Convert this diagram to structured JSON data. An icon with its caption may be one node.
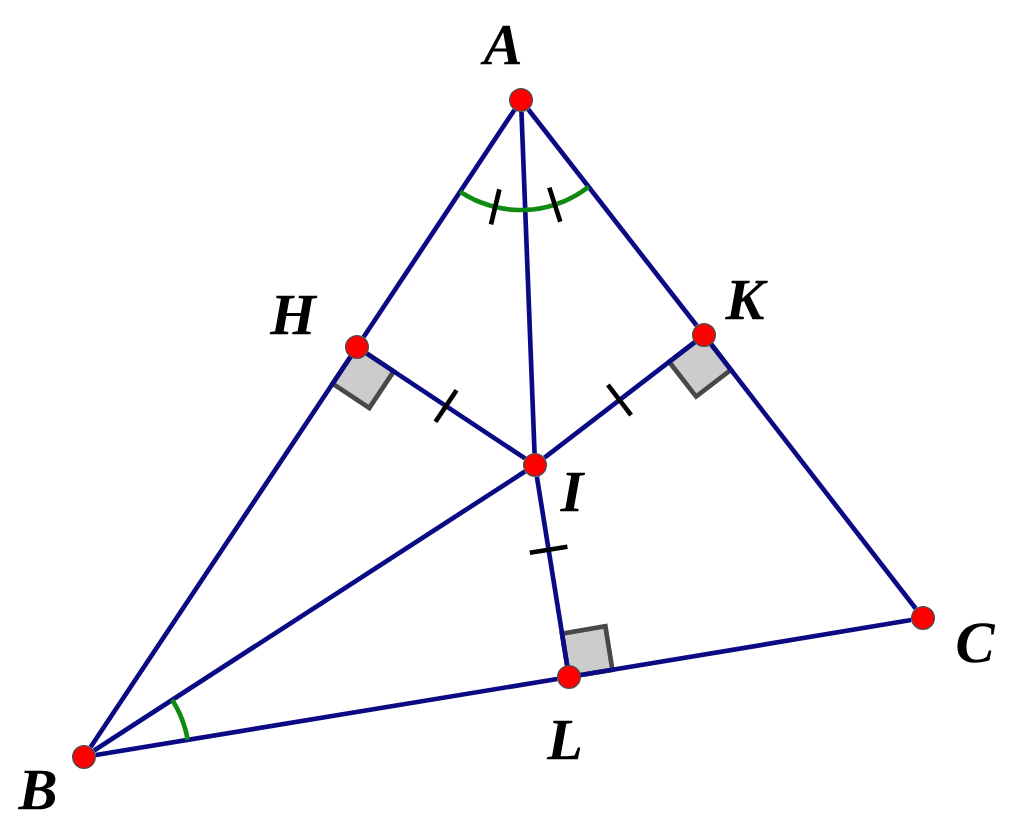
{
  "diagram": {
    "nodes": [
      {
        "text": [],
        "shape": "circle",
        "beside": [
          "A"
        ]
      },
      {
        "text": [],
        "shape": "circle",
        "beside": [
          "H"
        ]
      },
      {
        "text": [],
        "shape": "circle",
        "beside": [
          "K"
        ]
      },
      {
        "text": [],
        "shape": "circle",
        "beside": [
          "I"
        ]
      },
      {
        "text": [],
        "shape": "circle",
        "beside": [
          "C"
        ]
      },
      {
        "text": [],
        "shape": "circle",
        "beside": [
          "L"
        ]
      },
      {
        "text": [],
        "shape": "circle",
        "beside": [
          "B"
        ]
      }
    ],
    "edges": [
      {
        "from": 0,
        "to": 1,
        "arrow": "none"
      },
      {
        "from": 1,
        "to": 6,
        "arrow": "none"
      },
      {
        "from": 0,
        "to": 2,
        "arrow": "none"
      },
      {
        "from": 2,
        "to": 4,
        "arrow": "none"
      },
      {
        "from": 6,
        "to": 5,
        "arrow": "none"
      },
      {
        "from": 5,
        "to": 4,
        "arrow": "none"
      },
      {
        "from": 0,
        "to": 3,
        "arrow": "none"
      },
      {
        "from": 3,
        "to": 5,
        "arrow": "none"
      },
      {
        "from": 1,
        "to": 3,
        "arrow": "none"
      },
      {
        "from": 2,
        "to": 3,
        "arrow": "none"
      },
      {
        "from": 6,
        "to": 3,
        "arrow": "none"
      }
    ]
  }
}
